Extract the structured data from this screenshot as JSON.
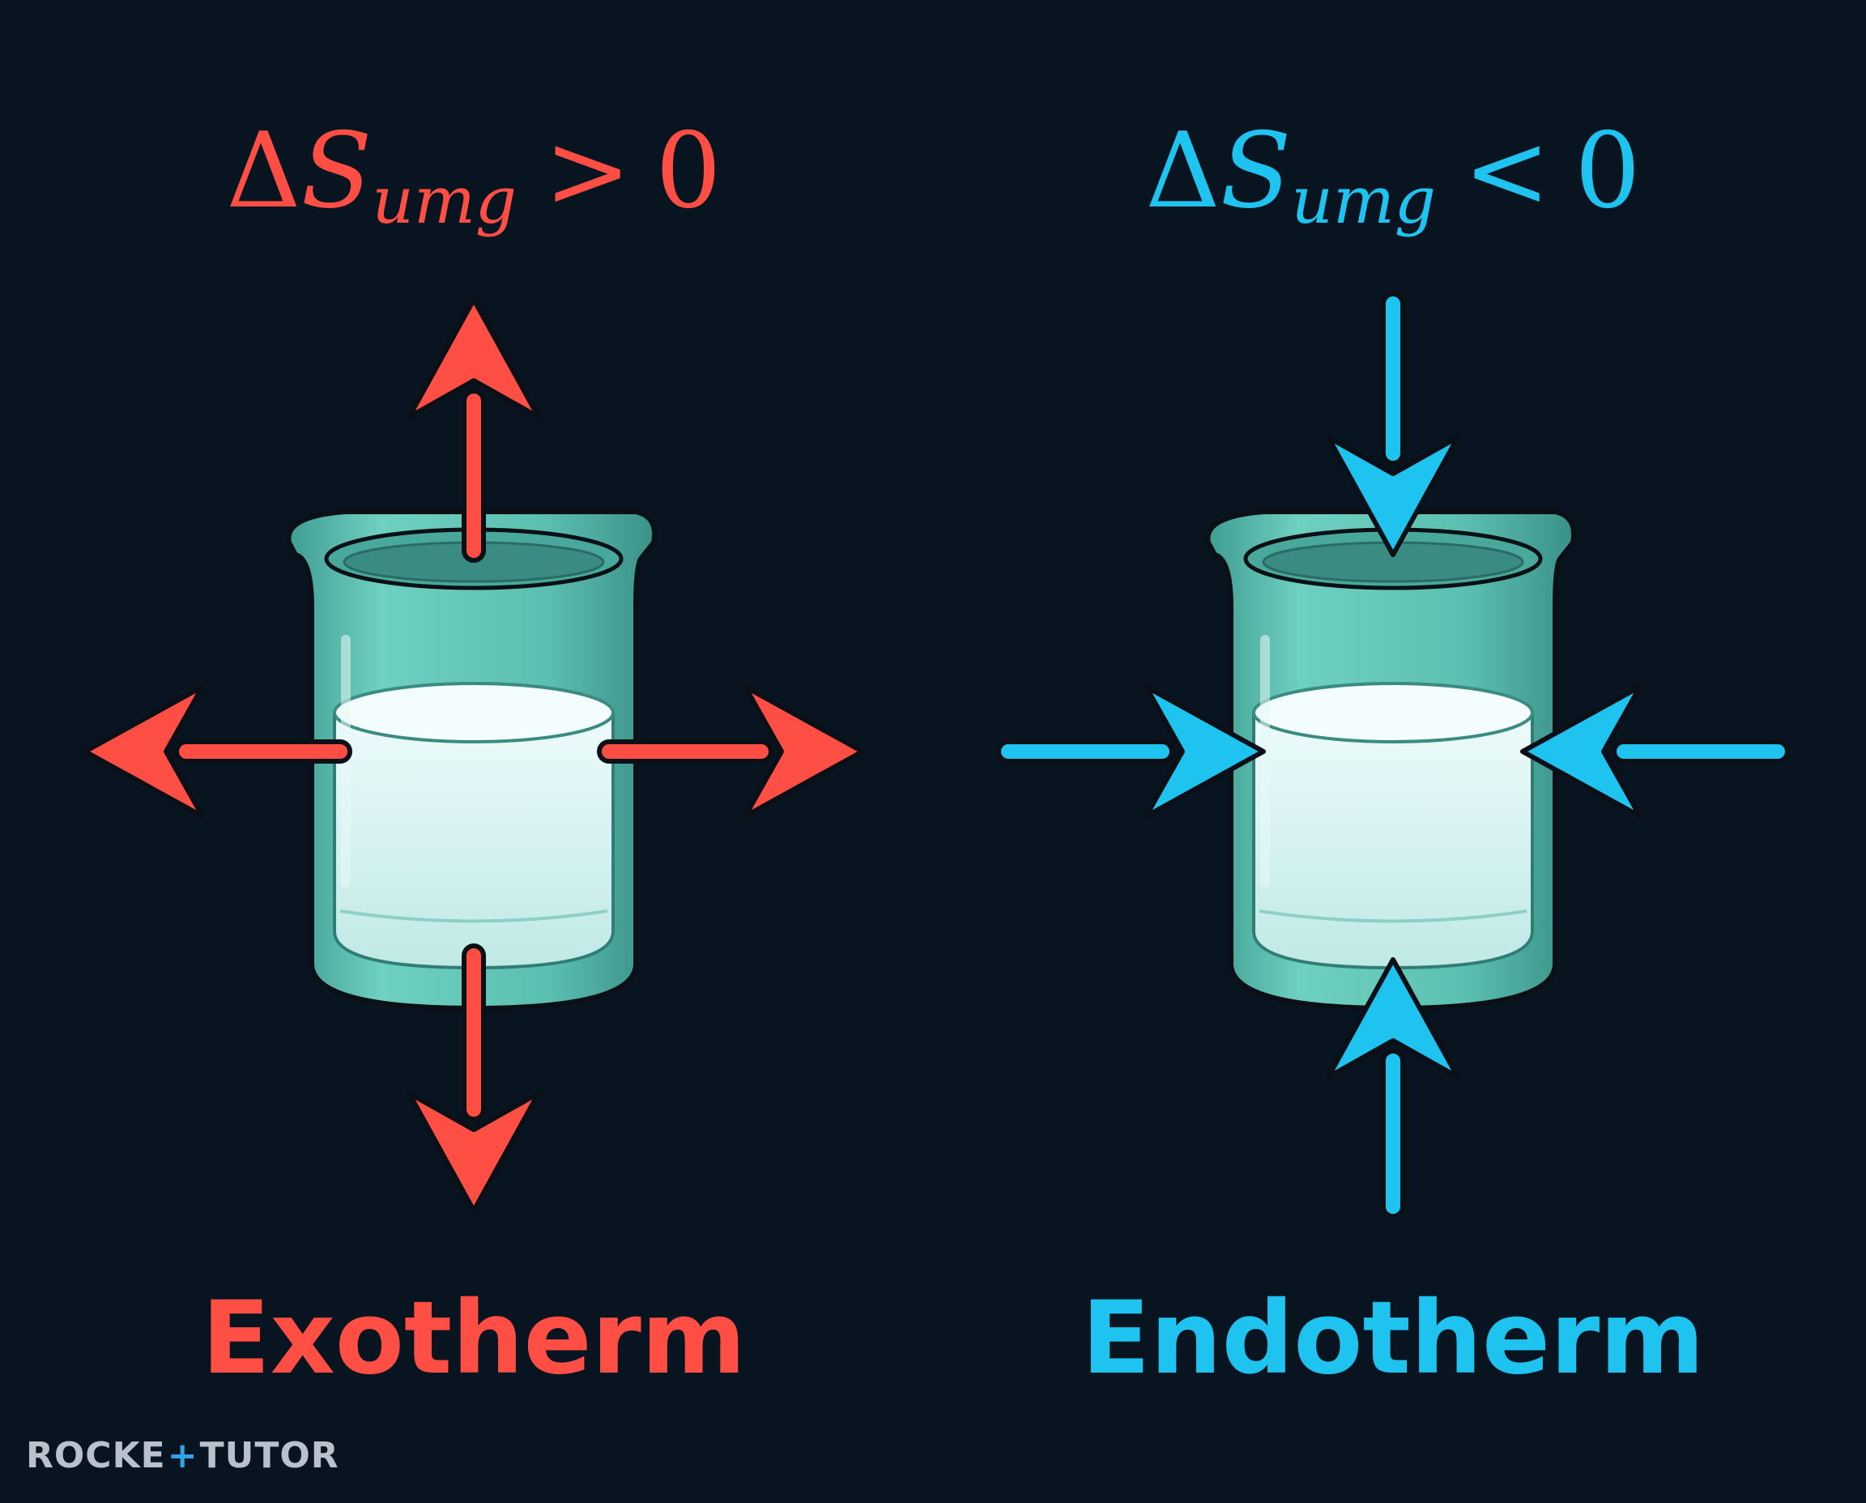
{
  "colors": {
    "background": "#08141f",
    "exo": "#ff4f45",
    "endo": "#1ec3ef",
    "outline": "#0b1016",
    "beaker_fill": "#5fc4b4",
    "beaker_rim": "#48a89c",
    "water": "#dcf3f4"
  },
  "left": {
    "formula": {
      "delta_symbol": "Δ",
      "variable": "S",
      "subscript": "umg",
      "operator": ">",
      "value": "0"
    },
    "title": "Exotherm",
    "arrow_direction": "outward",
    "arrow_icon": "outward-arrow-icon",
    "beaker_icon": "beaker-icon"
  },
  "right": {
    "formula": {
      "delta_symbol": "Δ",
      "variable": "S",
      "subscript": "umg",
      "operator": "<",
      "value": "0"
    },
    "title": "Endotherm",
    "arrow_direction": "inward",
    "arrow_icon": "inward-arrow-icon",
    "beaker_icon": "beaker-icon"
  },
  "logo": {
    "part1": "ROCKE",
    "plus": "+",
    "part2": "TUTOR"
  }
}
